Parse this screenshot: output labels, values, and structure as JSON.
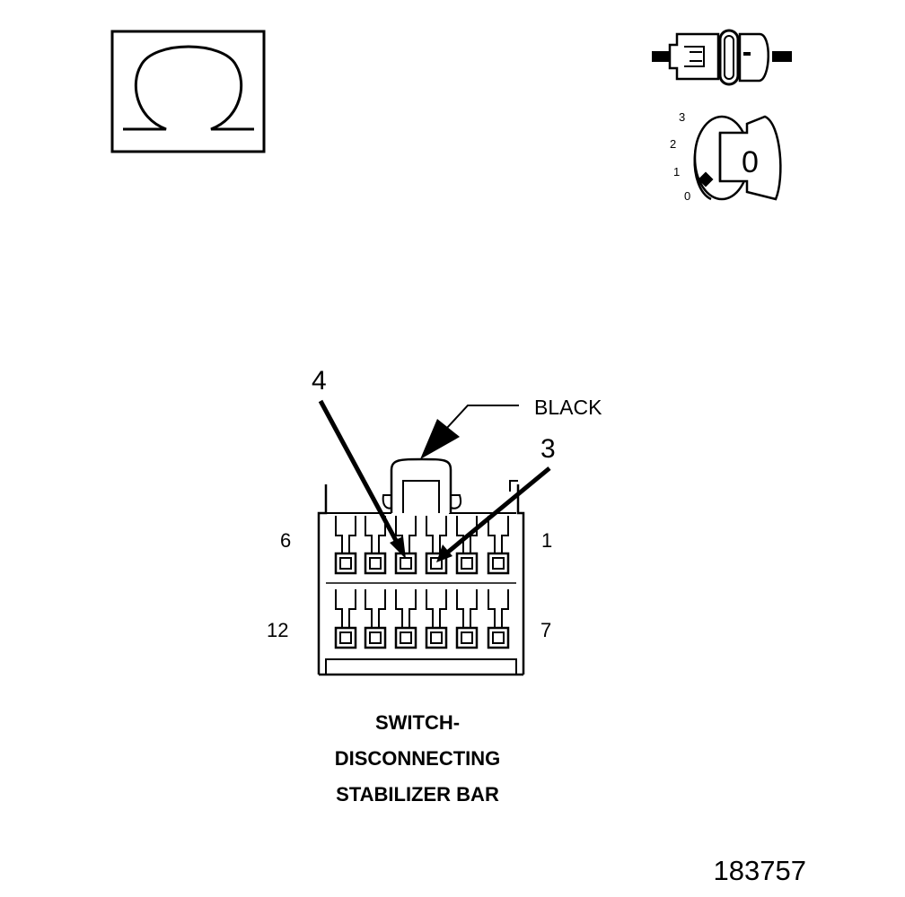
{
  "meter_symbol": {
    "symbol": "Ω",
    "meaning": "ohmmeter"
  },
  "connector_icon": "disconnected-connector-icon",
  "ignition_key": {
    "icon": "ignition-key-icon",
    "position_labels": [
      "3",
      "2",
      "1",
      "0"
    ],
    "key_label": "0"
  },
  "callouts": {
    "pin_a": "4",
    "pin_b": "3",
    "color": "BLACK"
  },
  "pin_numbers": {
    "top_left": "6",
    "top_right": "1",
    "bottom_left": "12",
    "bottom_right": "7"
  },
  "caption": {
    "line1": "SWITCH-",
    "line2": "DISCONNECTING",
    "line3": "STABILIZER BAR"
  },
  "figure_number": "183757"
}
